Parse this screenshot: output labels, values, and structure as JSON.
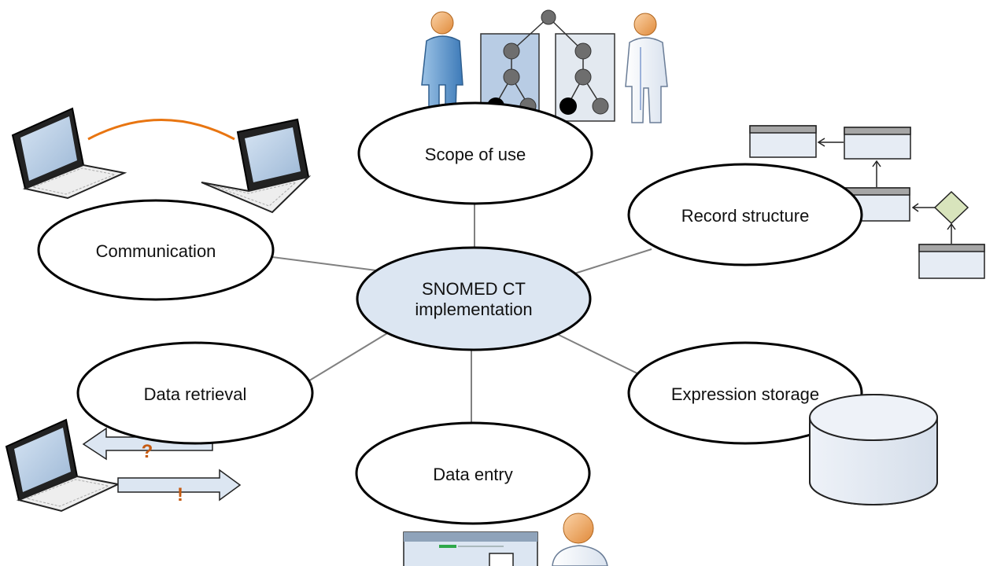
{
  "diagram": {
    "center": {
      "line1": "SNOMED CT",
      "line2": "implementation"
    },
    "nodes": {
      "scope": "Scope of use",
      "record": "Record structure",
      "communication": "Communication",
      "retrieval": "Data retrieval",
      "storage": "Expression storage",
      "entry": "Data entry"
    },
    "retrieval_marks": {
      "question": "?",
      "exclamation": "!"
    }
  },
  "colors": {
    "ellipse_fill": "#ffffff",
    "center_fill": "#dce6f2",
    "outline": "#000000",
    "connector": "#808080",
    "accent_orange": "#e87511",
    "mark_color": "#c55a11",
    "uml_header": "#a6a6a6",
    "uml_body": "#e6ecf4",
    "diamond": "#d8e4bc",
    "blue_person": "#6fa8dc",
    "tree_panel_left": "#b8cce4",
    "tree_panel_right": "#e3e9f0",
    "node_gray": "#6e6e6e"
  },
  "icons": [
    "laptop-icon",
    "person-icon",
    "clinician-icon",
    "tree-hierarchy-icon",
    "uml-class-icon",
    "database-cylinder-icon",
    "arrow-left-icon",
    "arrow-right-icon",
    "screen-form-icon"
  ]
}
